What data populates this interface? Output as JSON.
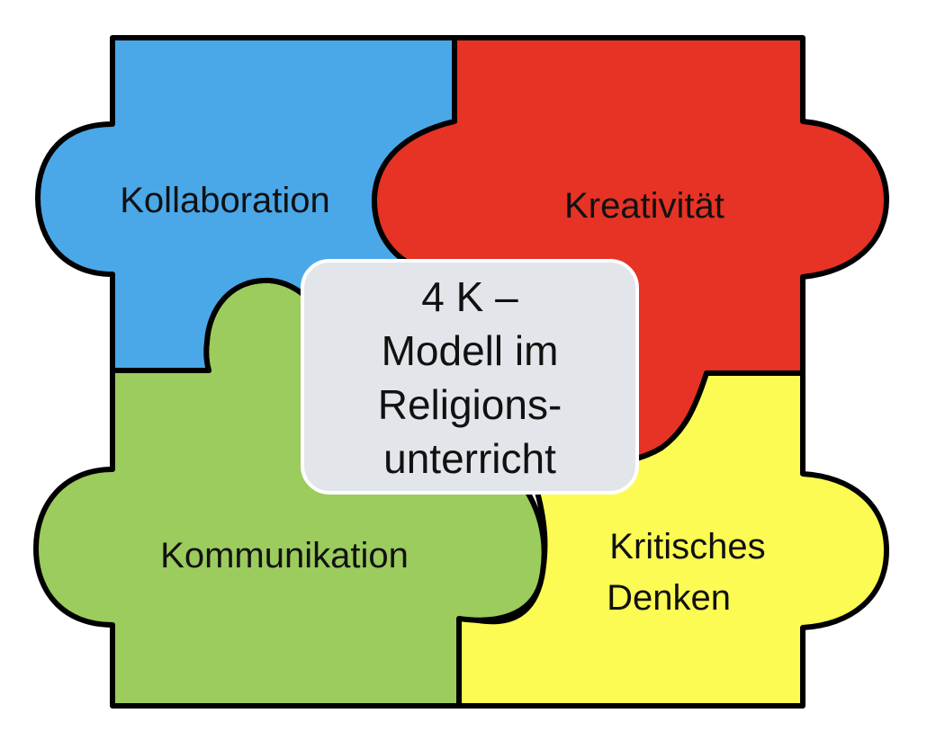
{
  "pieces": {
    "kollaboration": {
      "label": "Kollaboration",
      "color": "#4aa8e8"
    },
    "kreativitaet": {
      "label": "Kreativität",
      "color": "#e63325"
    },
    "kommunikation": {
      "label": "Kommunikation",
      "color": "#9ccb5e"
    },
    "kritisches_denken": {
      "lines": [
        "Kritisches",
        "Denken"
      ],
      "color": "#fbfb54"
    }
  },
  "center": {
    "lines": [
      "4 K –",
      "Modell im",
      "Religions-",
      "unterricht"
    ],
    "color": "#e2e5e9"
  }
}
